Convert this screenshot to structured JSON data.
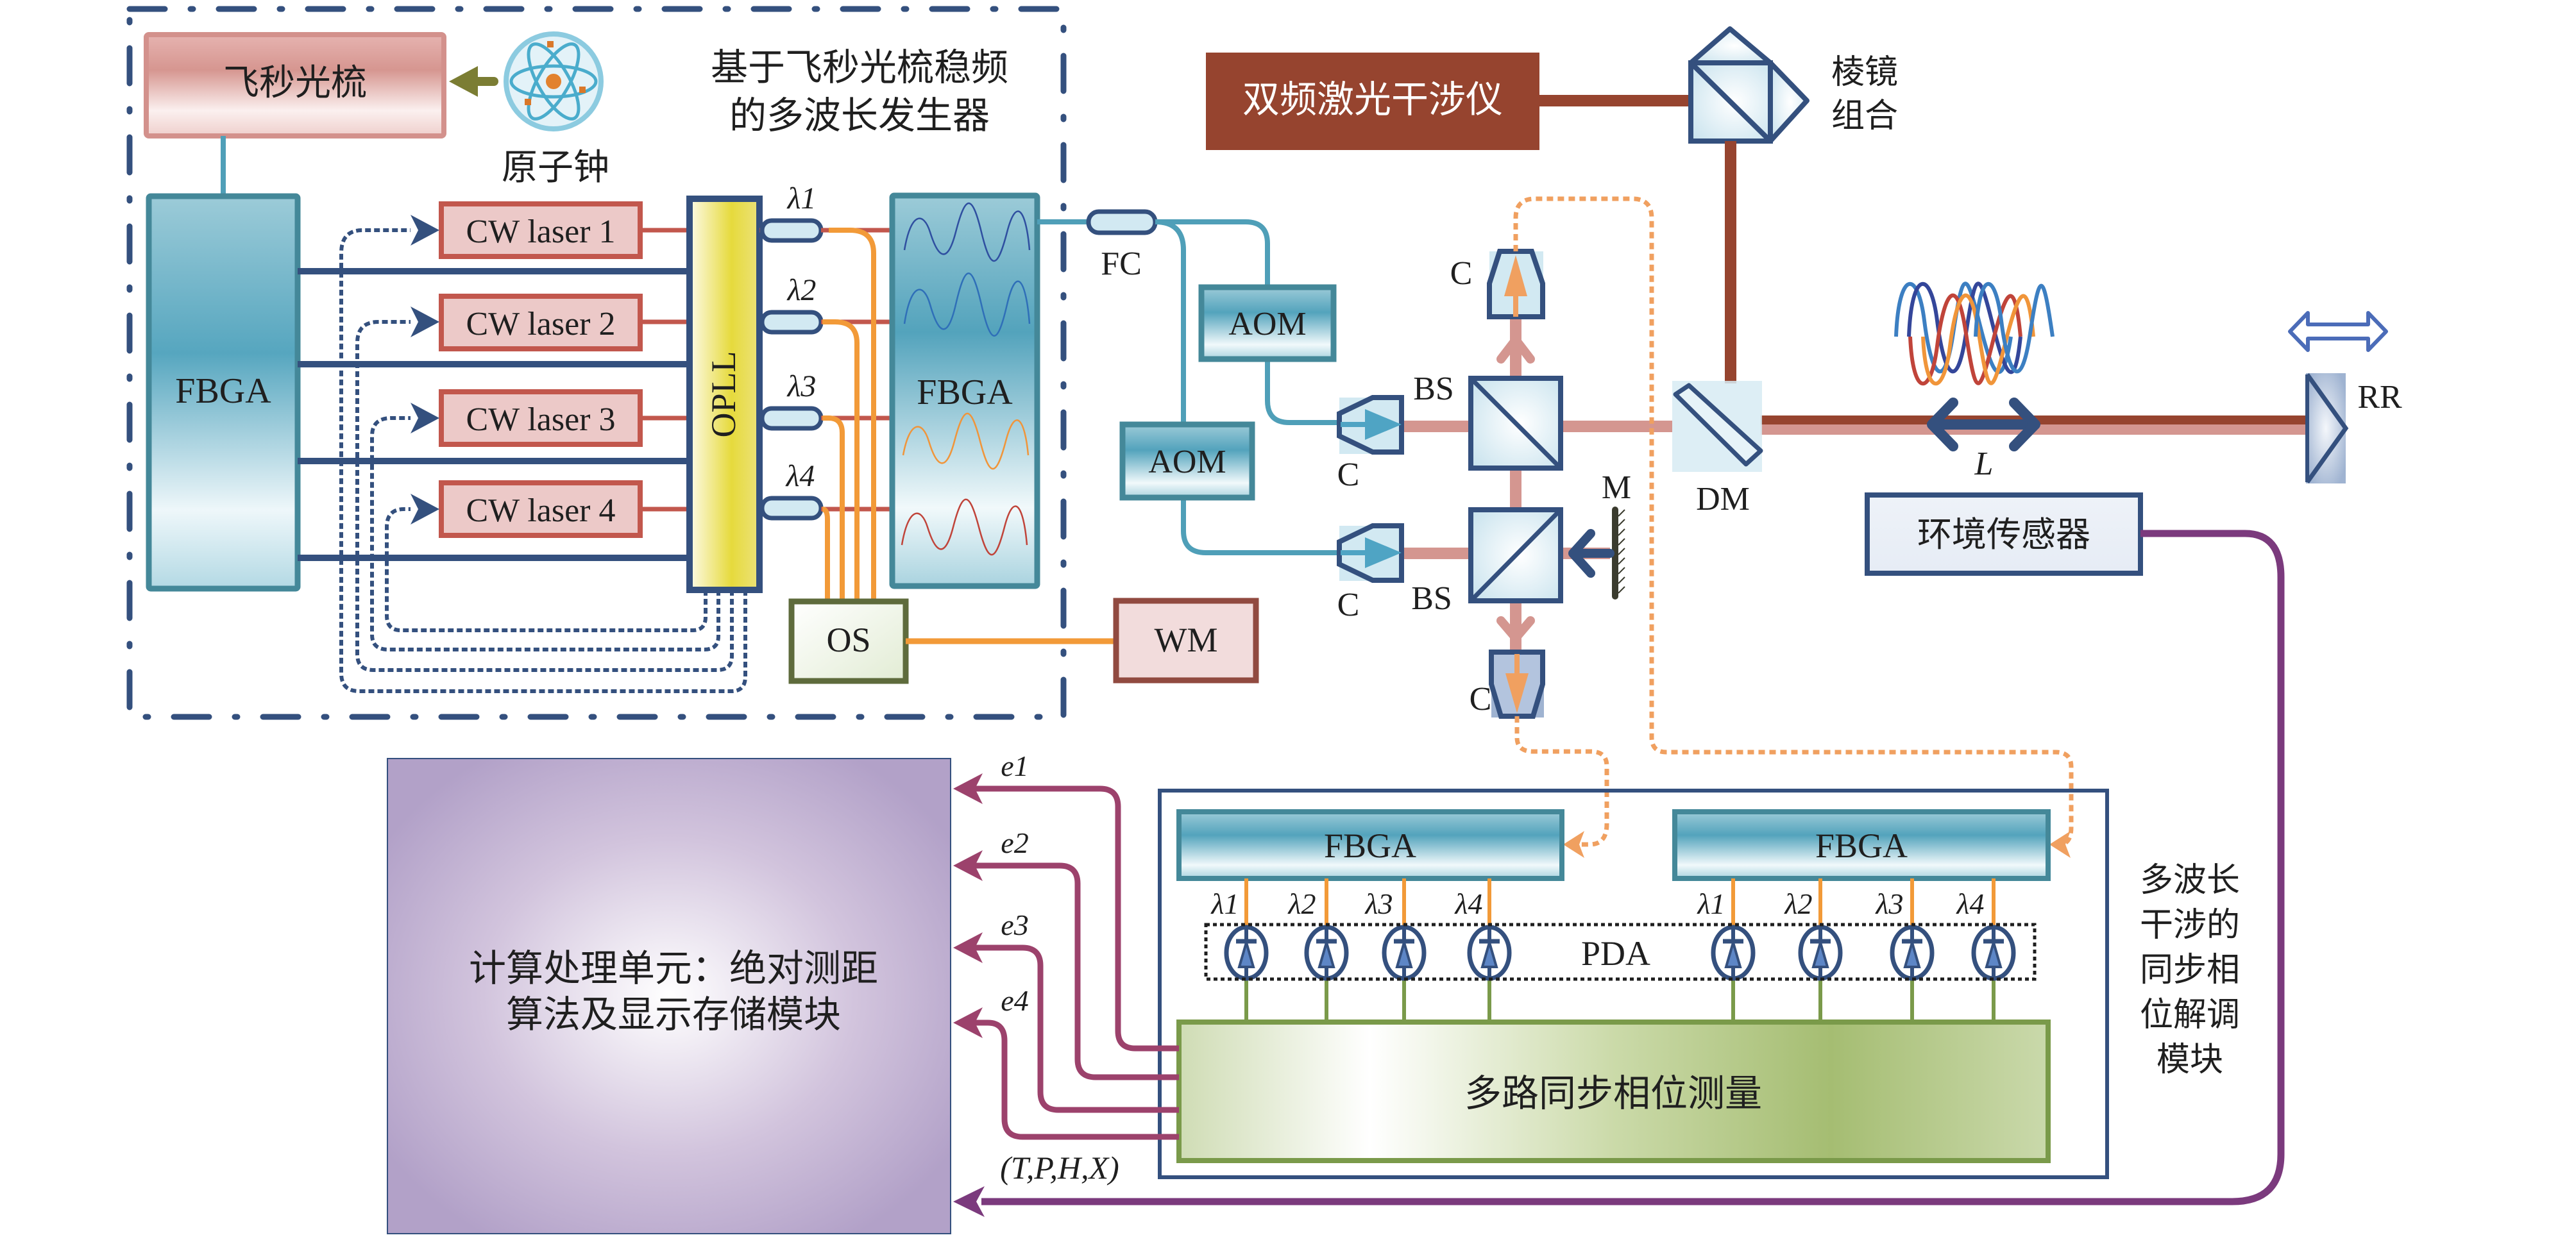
{
  "generator": {
    "title_line1": "基于飞秒光梳稳频",
    "title_line2": "的多波长发生器",
    "femto_comb": "飞秒光梳",
    "atomic_clock": "原子钟",
    "fbga_left": "FBGA",
    "fbga_mid": "FBGA",
    "opll": "OPLL",
    "cw_lasers": [
      "CW laser 1",
      "CW laser 2",
      "CW laser 3",
      "CW laser 4"
    ],
    "wavelengths": [
      "λ1",
      "λ2",
      "λ3",
      "λ4"
    ],
    "os": "OS",
    "wm": "WM"
  },
  "optics": {
    "fc": "FC",
    "aom_top": "AOM",
    "aom_bottom": "AOM",
    "dual_freq_interferometer": "双频激光干涉仪",
    "prism_line1": "棱镜",
    "prism_line2": "组合",
    "collimator_top": "C",
    "collimator_left_top": "C",
    "collimator_left_bottom": "C",
    "collimator_bottom": "C",
    "bs_top": "BS",
    "bs_bottom": "BS",
    "mirror": "M",
    "dm": "DM",
    "distance": "L",
    "retroreflector": "RR",
    "env_sensor": "环境传感器"
  },
  "demod": {
    "fbga_1": "FBGA",
    "fbga_2": "FBGA",
    "lambda_group_1": [
      "λ1",
      "λ2",
      "λ3",
      "λ4"
    ],
    "lambda_group_2": [
      "λ1",
      "λ2",
      "λ3",
      "λ4"
    ],
    "pda": "PDA",
    "phase_measurement": "多路同步相位测量",
    "module_label": [
      "多波长",
      "干涉的",
      "同步相",
      "位解调",
      "模块"
    ]
  },
  "compute": {
    "line1": "计算处理单元：绝对测距",
    "line2": "算法及显示存储模块",
    "signals": [
      "e1",
      "e2",
      "e3",
      "e4"
    ],
    "env_params": "(T,P,H,X)"
  },
  "colors": {
    "navy": "#34507e",
    "teal": "#4f9fb8",
    "orange": "#f29a38",
    "brick": "#96442f",
    "pink_beam": "#d49690",
    "purple": "#7b3a7d",
    "magenta": "#9c426c",
    "olive": "#5e6b3c",
    "green_line": "#7a9a4a"
  }
}
